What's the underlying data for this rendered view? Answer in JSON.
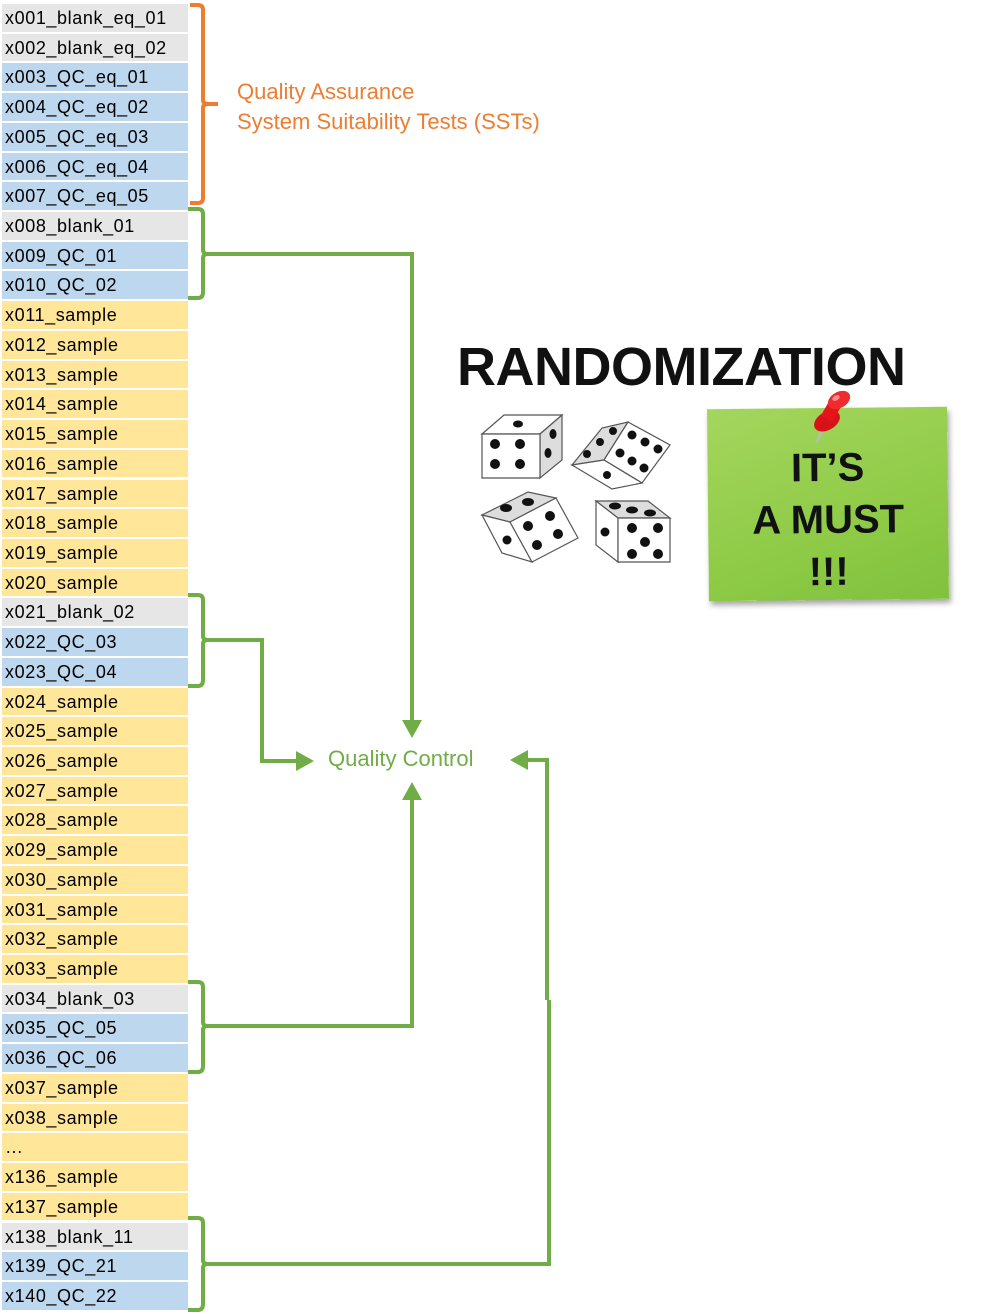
{
  "rows": [
    {
      "label": "x001_blank_eq_01",
      "type": "blank"
    },
    {
      "label": "x002_blank_eq_02",
      "type": "blank"
    },
    {
      "label": "x003_QC_eq_01",
      "type": "qc"
    },
    {
      "label": "x004_QC_eq_02",
      "type": "qc"
    },
    {
      "label": "x005_QC_eq_03",
      "type": "qc"
    },
    {
      "label": "x006_QC_eq_04",
      "type": "qc"
    },
    {
      "label": "x007_QC_eq_05",
      "type": "qc"
    },
    {
      "label": "x008_blank_01",
      "type": "blank"
    },
    {
      "label": "x009_QC_01",
      "type": "qc"
    },
    {
      "label": "x010_QC_02",
      "type": "qc"
    },
    {
      "label": "x011_sample",
      "type": "sample"
    },
    {
      "label": "x012_sample",
      "type": "sample"
    },
    {
      "label": "x013_sample",
      "type": "sample"
    },
    {
      "label": "x014_sample",
      "type": "sample"
    },
    {
      "label": "x015_sample",
      "type": "sample"
    },
    {
      "label": "x016_sample",
      "type": "sample"
    },
    {
      "label": "x017_sample",
      "type": "sample"
    },
    {
      "label": "x018_sample",
      "type": "sample"
    },
    {
      "label": "x019_sample",
      "type": "sample"
    },
    {
      "label": "x020_sample",
      "type": "sample"
    },
    {
      "label": "x021_blank_02",
      "type": "blank"
    },
    {
      "label": "x022_QC_03",
      "type": "qc"
    },
    {
      "label": "x023_QC_04",
      "type": "qc"
    },
    {
      "label": "x024_sample",
      "type": "sample"
    },
    {
      "label": "x025_sample",
      "type": "sample"
    },
    {
      "label": "x026_sample",
      "type": "sample"
    },
    {
      "label": "x027_sample",
      "type": "sample"
    },
    {
      "label": "x028_sample",
      "type": "sample"
    },
    {
      "label": "x029_sample",
      "type": "sample"
    },
    {
      "label": "x030_sample",
      "type": "sample"
    },
    {
      "label": "x031_sample",
      "type": "sample"
    },
    {
      "label": "x032_sample",
      "type": "sample"
    },
    {
      "label": "x033_sample",
      "type": "sample"
    },
    {
      "label": "x034_blank_03",
      "type": "blank"
    },
    {
      "label": "x035_QC_05",
      "type": "qc"
    },
    {
      "label": "x036_QC_06",
      "type": "qc"
    },
    {
      "label": "x037_sample",
      "type": "sample"
    },
    {
      "label": "x038_sample",
      "type": "sample"
    },
    {
      "label": "…",
      "type": "ellipsis"
    },
    {
      "label": "x136_sample",
      "type": "sample"
    },
    {
      "label": "x137_sample",
      "type": "sample"
    },
    {
      "label": "x138_blank_11",
      "type": "blank"
    },
    {
      "label": "x139_QC_21",
      "type": "qc"
    },
    {
      "label": "x140_QC_22",
      "type": "qc"
    }
  ],
  "quality_assurance": {
    "line1": "Quality Assurance",
    "line2": "System Suitability Tests (SSTs)",
    "color": "#ed7d31"
  },
  "quality_control": {
    "label": "Quality Control",
    "color": "#70ad47"
  },
  "randomization": {
    "title": "RANDOMIZATION",
    "note_line1": "IT’S",
    "note_line2": "A MUST",
    "note_line3": "!!!"
  },
  "colors": {
    "blank": "#e6e6e6",
    "qc": "#bdd7ee",
    "sample": "#ffe699",
    "note": "#92d050",
    "pin": "#e8141c"
  }
}
